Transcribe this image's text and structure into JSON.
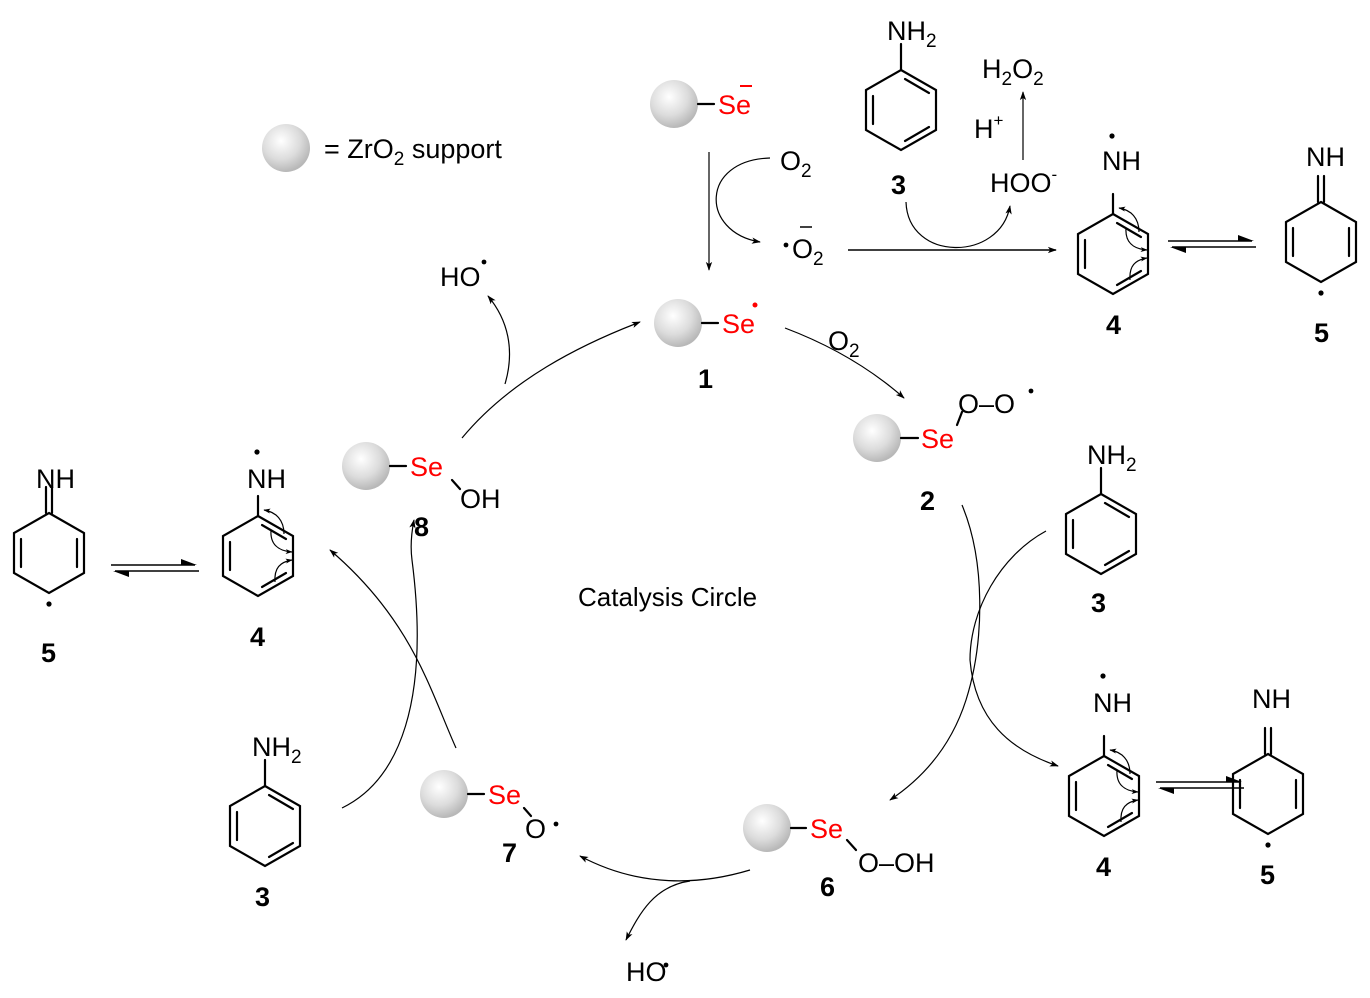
{
  "legend": {
    "label_prefix": "= ZrO",
    "label_sub": "2",
    "label_suffix": " support"
  },
  "caption": "Catalysis Circle",
  "colors": {
    "selenium": "#ff0000",
    "text": "#000000",
    "support_sphere": "#d9d9d9"
  },
  "labels": {
    "se": "Se",
    "o2": "O",
    "two": "2",
    "nh2": "NH",
    "nh": "NH",
    "h2o2_h": "H",
    "h2o2_o": "O",
    "hplus": "H",
    "plus": "+",
    "hoo": "HOO",
    "minus": "-",
    "ho": "HO",
    "oh": "OH",
    "o": "O",
    "o_oh": "O–OH",
    "o_o": "O–O"
  },
  "compounds": {
    "c1": "1",
    "c2": "2",
    "c3": "3",
    "c4": "4",
    "c5": "5",
    "c6": "6",
    "c7": "7",
    "c8": "8"
  }
}
